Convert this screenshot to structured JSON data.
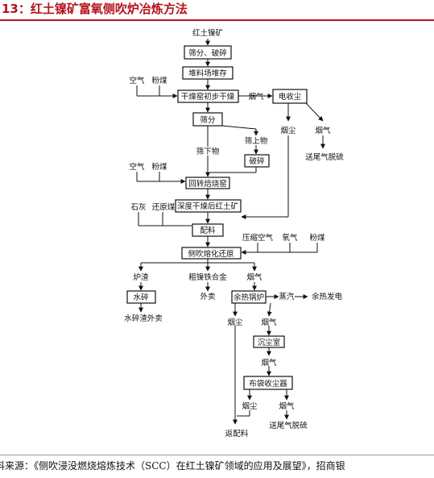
{
  "header": {
    "title": "13：红土镍矿富氧侧吹炉冶炼方法"
  },
  "diagram": {
    "ore": "红土镍矿",
    "screen_crush": "筛分、破碎",
    "stockyard": "堆料场堆存",
    "air": "空气",
    "coal": "粉煤",
    "dryer": "干燥窑初步干燥",
    "flue_gas": "烟气",
    "electro_precip": "电收尘",
    "dust": "烟尘",
    "tail_gas_desulf": "送尾气脱硫",
    "screening": "筛分",
    "undersize": "筛下物",
    "oversize": "筛上物",
    "crushing": "破碎",
    "rotary_kiln": "回转焙烧窑",
    "limestone": "石灰",
    "reductant_coal": "还原煤",
    "deep_dried_ore": "深度干燥后红土矿",
    "batching": "配料",
    "compressed_air": "压缩空气",
    "oxygen": "氧气",
    "side_blow_smelt": "侧吹熔化还原",
    "slag": "炉渣",
    "crude_ferronickel": "粗镍铁合金",
    "water_quench": "水碎",
    "sold": "外卖",
    "water_slag_sold": "水碎渣外卖",
    "waste_heat_boiler": "余热锅炉",
    "steam": "蒸汽",
    "waste_heat_power": "余热发电",
    "settling_chamber": "沉尘室",
    "bag_filter": "布袋收尘器",
    "return_batching": "返配料"
  },
  "footer": {
    "source": "料来源：《侧吹浸没燃烧熔炼技术（SCC）在红土镍矿领域的应用及展望》，招商银"
  }
}
